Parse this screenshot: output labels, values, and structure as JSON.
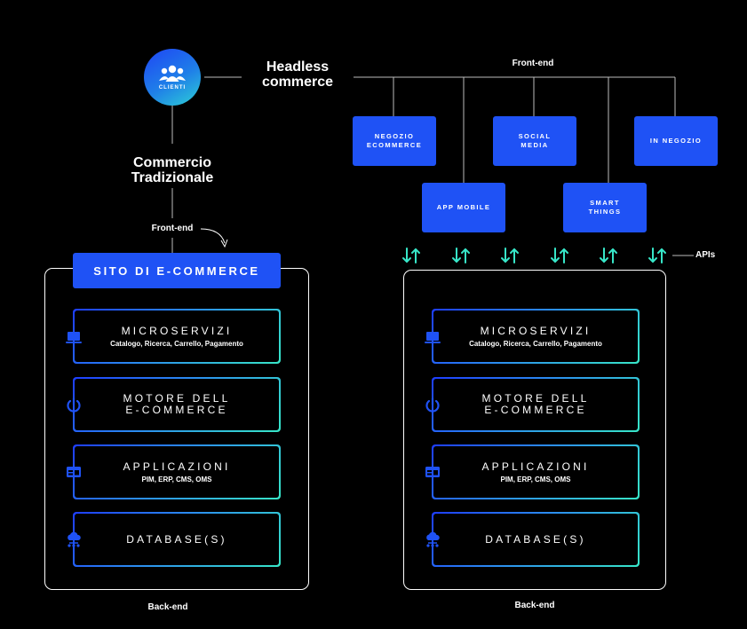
{
  "client": {
    "label": "CLIENTI",
    "icon": "users-icon"
  },
  "headless": {
    "title": "Headless\ncommerce",
    "frontend_label": "Front-end"
  },
  "traditional": {
    "title": "Commercio\nTradizionale",
    "frontend_label": "Front-end",
    "site_label": "SITO DI E-COMMERCE"
  },
  "channels": {
    "negozio_ecommerce": "NEGOZIO\nECOMMERCE",
    "social_media": "SOCIAL\nMEDIA",
    "in_negozio": "IN NEGOZIO",
    "app_mobile": "APP MOBILE",
    "smart_things": "SMART\nTHINGS"
  },
  "apis_label": "APIs",
  "backend_label": "Back-end",
  "layers": {
    "microservizi": {
      "title": "MICROSERVIZI",
      "sub": "Catalogo, Ricerca, Carrello, Pagamento",
      "icon": "laptop-icon"
    },
    "motore": {
      "title": "MOTORE DELL\nE-COMMERCE",
      "icon": "power-icon"
    },
    "applicazioni": {
      "title": "APPLICAZIONI",
      "sub": "PIM, ERP, CMS, OMS",
      "icon": "app-window-icon"
    },
    "database": {
      "title": "DATABASE(S)",
      "icon": "cloud-database-icon"
    }
  },
  "colors": {
    "accent_blue": "#1f52f5",
    "gradient_teal": "#37e6c8",
    "background": "#000000"
  }
}
